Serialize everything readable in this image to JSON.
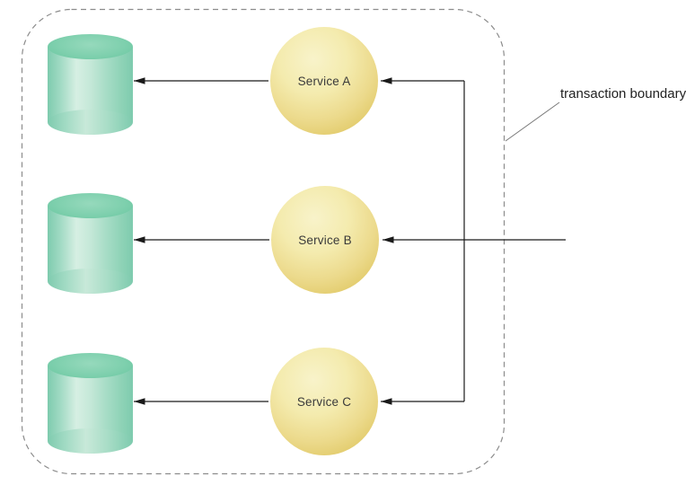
{
  "diagram": {
    "boundary_label": "transaction boundary",
    "services": [
      {
        "label": "Service A"
      },
      {
        "label": "Service B"
      },
      {
        "label": "Service C"
      }
    ],
    "datastores": [
      {
        "name": "datastore-a"
      },
      {
        "name": "datastore-b"
      },
      {
        "name": "datastore-c"
      }
    ],
    "connections": [
      {
        "from": "Service A",
        "to": "datastore-a"
      },
      {
        "from": "Service B",
        "to": "datastore-b"
      },
      {
        "from": "Service C",
        "to": "datastore-c"
      },
      {
        "from": "external-request",
        "to": "Service B"
      },
      {
        "from": "fanout-connector",
        "to": "Service A"
      },
      {
        "from": "fanout-connector",
        "to": "Service C"
      }
    ],
    "colors": {
      "service_fill": "#eedd8e",
      "service_edge": "#d8c158",
      "datastore_body": "#a8ddc7",
      "datastore_top": "#7fd0ae",
      "boundary_dash": "#8c8c8c",
      "arrow": "#1a1a1a",
      "callout_line": "#7a7a7a"
    }
  }
}
